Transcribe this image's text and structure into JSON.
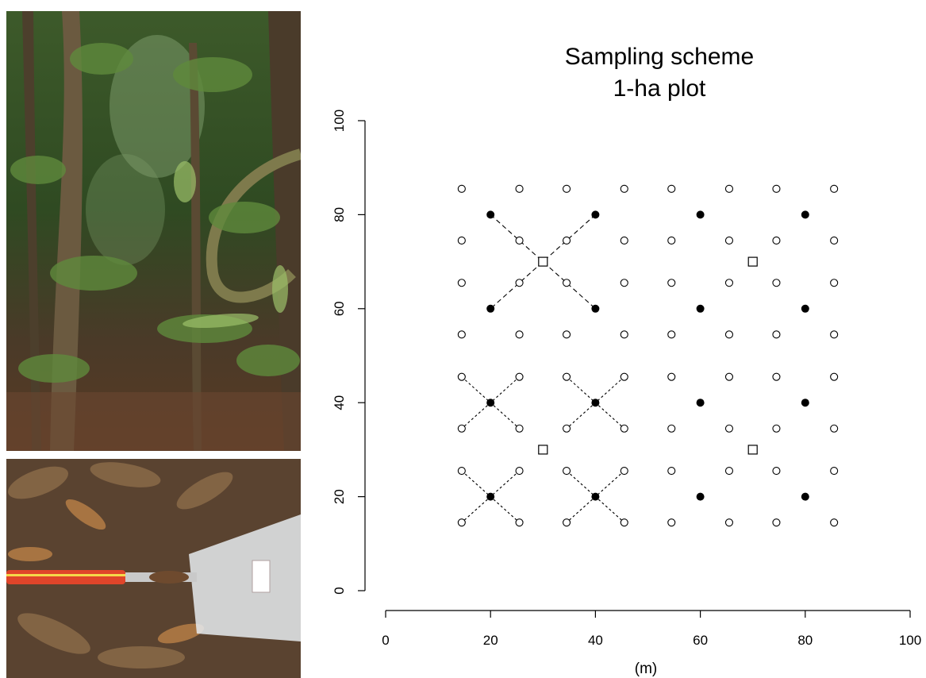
{
  "photos": [
    {
      "name": "forest-photo",
      "description_icon": "rainforest-image"
    },
    {
      "name": "soil-sampling-photo",
      "description_icon": "soil-auger-and-sample-bag-image"
    }
  ],
  "chart_data": {
    "type": "scatter",
    "title_lines": [
      "Sampling scheme",
      "1-ha plot"
    ],
    "xlabel": "(m)",
    "ylabel": "",
    "xlim": [
      0,
      100
    ],
    "ylim": [
      0,
      100
    ],
    "x_ticks": [
      0,
      20,
      40,
      60,
      80,
      100
    ],
    "y_ticks": [
      0,
      20,
      40,
      60,
      80,
      100
    ],
    "grid": false,
    "series": [
      {
        "marker": "open-circle",
        "x_positions": [
          14.5,
          25.5,
          34.5,
          45.5,
          54.5,
          65.5,
          74.5,
          85.5
        ],
        "y_positions": [
          14.5,
          25.5,
          34.5,
          45.5,
          54.5,
          65.5,
          74.5,
          85.5
        ]
      },
      {
        "marker": "filled-circle",
        "points": [
          [
            20,
            80
          ],
          [
            40,
            80
          ],
          [
            60,
            80
          ],
          [
            80,
            80
          ],
          [
            20,
            60
          ],
          [
            40,
            60
          ],
          [
            60,
            60
          ],
          [
            80,
            60
          ],
          [
            20,
            40
          ],
          [
            40,
            40
          ],
          [
            60,
            40
          ],
          [
            80,
            40
          ],
          [
            20,
            20
          ],
          [
            40,
            20
          ],
          [
            60,
            20
          ],
          [
            80,
            20
          ]
        ]
      },
      {
        "marker": "open-square",
        "points": [
          [
            30,
            70
          ],
          [
            70,
            70
          ],
          [
            30,
            30
          ],
          [
            70,
            30
          ]
        ]
      }
    ],
    "lines": [
      {
        "style": "long-dash",
        "from": [
          20,
          80
        ],
        "to": [
          40,
          60
        ]
      },
      {
        "style": "long-dash",
        "from": [
          40,
          80
        ],
        "to": [
          20,
          60
        ]
      },
      {
        "style": "short-dash",
        "from": [
          14.5,
          45.5
        ],
        "to": [
          25.5,
          34.5
        ]
      },
      {
        "style": "short-dash",
        "from": [
          25.5,
          45.5
        ],
        "to": [
          14.5,
          34.5
        ]
      },
      {
        "style": "short-dash",
        "from": [
          34.5,
          45.5
        ],
        "to": [
          45.5,
          34.5
        ]
      },
      {
        "style": "short-dash",
        "from": [
          45.5,
          45.5
        ],
        "to": [
          34.5,
          34.5
        ]
      },
      {
        "style": "short-dash",
        "from": [
          14.5,
          25.5
        ],
        "to": [
          25.5,
          14.5
        ]
      },
      {
        "style": "short-dash",
        "from": [
          25.5,
          25.5
        ],
        "to": [
          14.5,
          14.5
        ]
      },
      {
        "style": "short-dash",
        "from": [
          34.5,
          25.5
        ],
        "to": [
          45.5,
          14.5
        ]
      },
      {
        "style": "short-dash",
        "from": [
          45.5,
          25.5
        ],
        "to": [
          34.5,
          14.5
        ]
      }
    ]
  }
}
